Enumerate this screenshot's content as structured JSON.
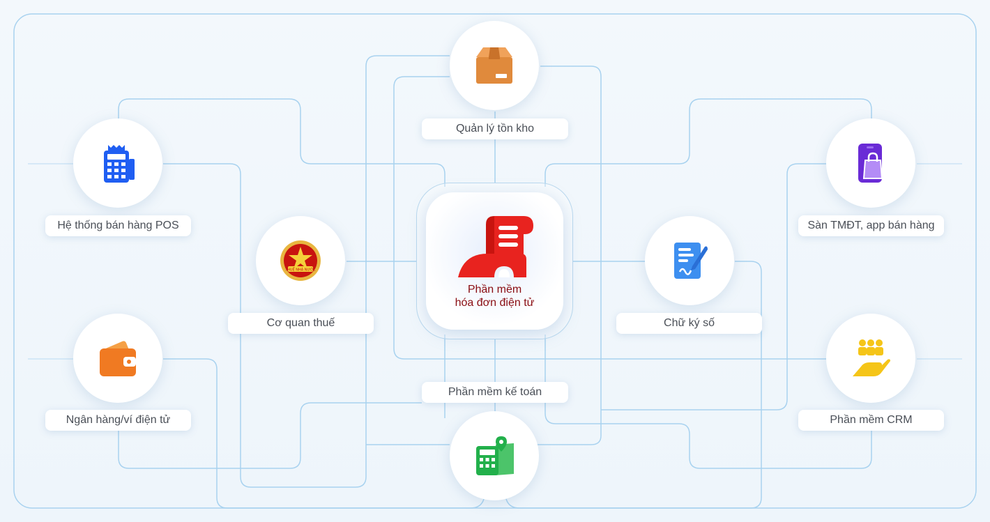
{
  "center": {
    "title_line1": "Phần mềm",
    "title_line2": "hóa đơn điện tử",
    "icon": "invoice-scroll-icon"
  },
  "nodes": {
    "inventory": {
      "label": "Quản lý tồn kho",
      "icon": "box-icon"
    },
    "pos": {
      "label": "Hệ thống bán hàng POS",
      "icon": "pos-terminal-icon"
    },
    "tax": {
      "label": "Cơ quan thuế",
      "icon": "tax-emblem-icon"
    },
    "signature": {
      "label": "Chữ ký số",
      "icon": "signed-document-icon"
    },
    "ecommerce": {
      "label": "Sàn TMĐT, app bán hàng",
      "icon": "phone-shopping-bag-icon"
    },
    "crm": {
      "label": "Phần mềm CRM",
      "icon": "hand-people-icon"
    },
    "wallet": {
      "label": "Ngân hàng/ví điện tử",
      "icon": "wallet-icon"
    },
    "accounting": {
      "label": "Phần mềm kế toán",
      "icon": "calculator-map-icon"
    }
  },
  "emblem_text": "THUẾ NHÀ NƯỚC",
  "colors": {
    "wire": "#a8d2ef",
    "center_text": "#8a0d12",
    "center_icon": "#e8231f",
    "box": "#e08a3c",
    "pos": "#1f5ef2",
    "signature": "#3d8ff0",
    "ecommerce": "#6a2bd6",
    "crm": "#f5c518",
    "wallet": "#f07a22",
    "accounting": "#22b04b"
  }
}
